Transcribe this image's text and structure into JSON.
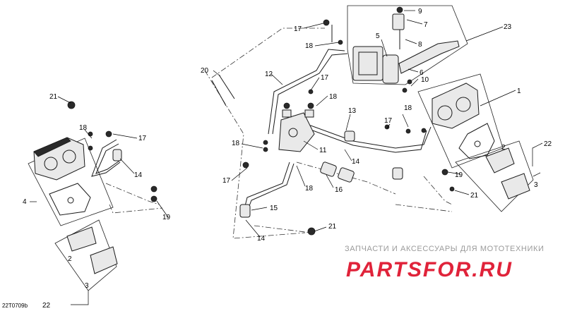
{
  "callouts": [
    {
      "num": "1"
    },
    {
      "num": "2"
    },
    {
      "num": "2"
    },
    {
      "num": "3"
    },
    {
      "num": "3"
    },
    {
      "num": "4"
    },
    {
      "num": "5"
    },
    {
      "num": "6"
    },
    {
      "num": "7"
    },
    {
      "num": "8"
    },
    {
      "num": "9"
    },
    {
      "num": "10"
    },
    {
      "num": "11"
    },
    {
      "num": "12"
    },
    {
      "num": "13"
    },
    {
      "num": "14"
    },
    {
      "num": "14"
    },
    {
      "num": "14"
    },
    {
      "num": "15"
    },
    {
      "num": "16"
    },
    {
      "num": "17"
    },
    {
      "num": "17"
    },
    {
      "num": "17"
    },
    {
      "num": "17"
    },
    {
      "num": "17"
    },
    {
      "num": "18"
    },
    {
      "num": "18"
    },
    {
      "num": "18"
    },
    {
      "num": "18"
    },
    {
      "num": "18"
    },
    {
      "num": "18"
    },
    {
      "num": "19"
    },
    {
      "num": "19"
    },
    {
      "num": "20"
    },
    {
      "num": "21"
    },
    {
      "num": "21"
    },
    {
      "num": "21"
    },
    {
      "num": "22"
    },
    {
      "num": "22"
    },
    {
      "num": "23"
    }
  ],
  "watermark": {
    "caption": "ЗАПЧАСТИ И АКСЕССУАРЫ ДЛЯ МОТОТЕХНИКИ",
    "logo": "PARTSFOR.RU",
    "color": "#e0233a"
  },
  "diagram_code": "22T0709b"
}
